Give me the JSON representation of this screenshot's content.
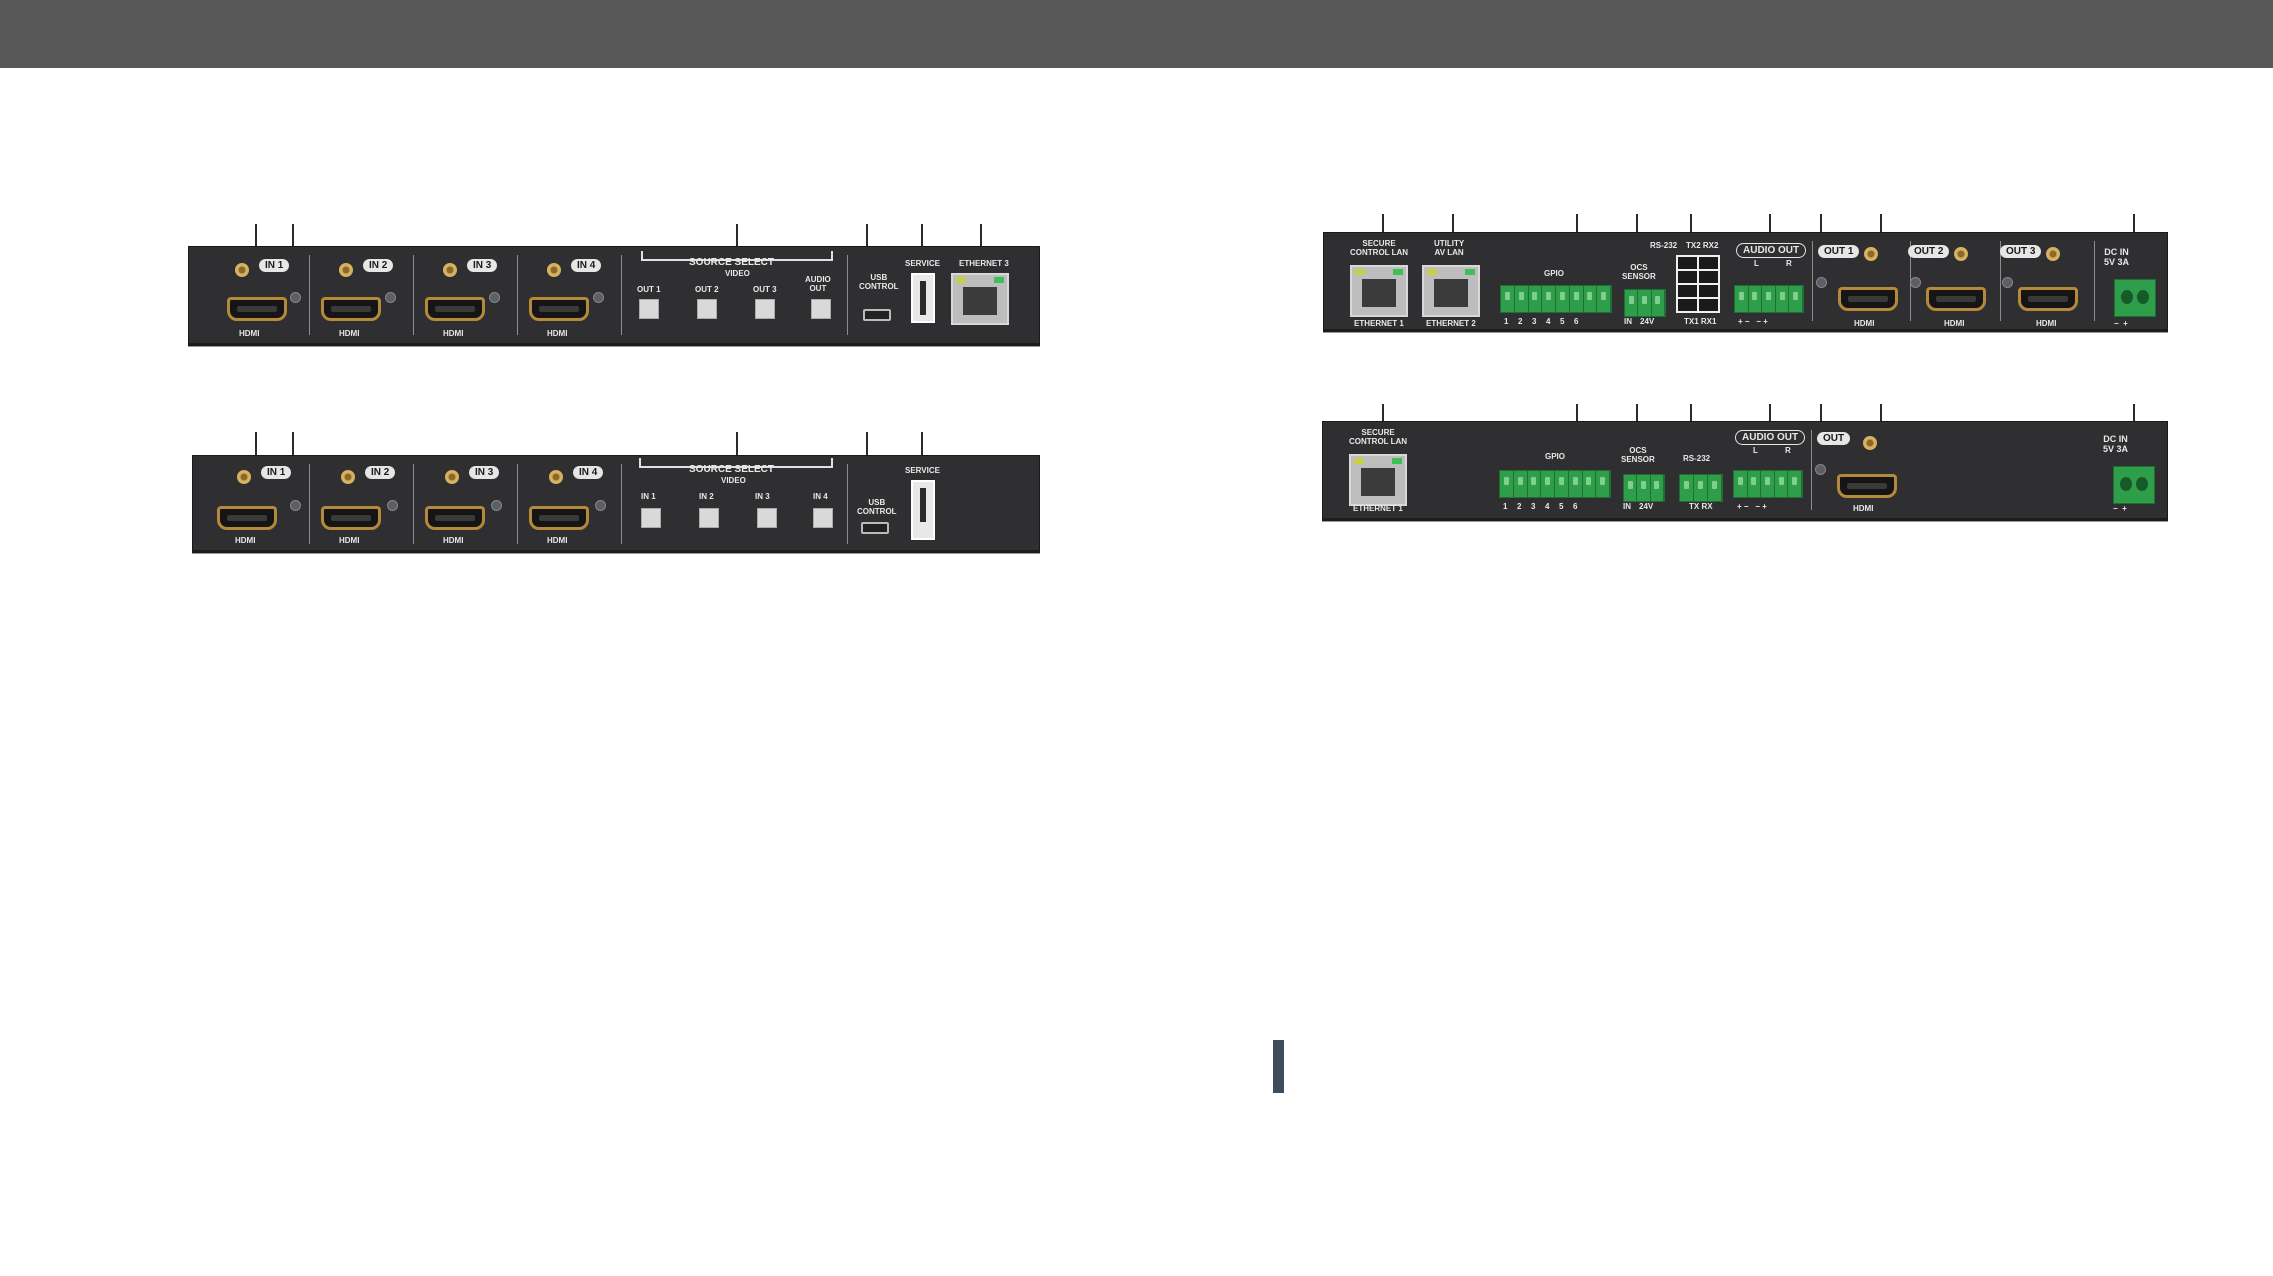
{
  "device_a": {
    "inputs": [
      "IN 1",
      "IN 2",
      "IN 3",
      "IN 4"
    ],
    "hdmi_label": "HDMI",
    "source_select_title": "SOURCE SELECT",
    "video_label": "VIDEO",
    "buttons": [
      "OUT 1",
      "OUT 2",
      "OUT 3"
    ],
    "audio_out_label": "AUDIO\nOUT",
    "usb_control": "USB\nCONTROL",
    "service": "SERVICE",
    "ethernet": "ETHERNET 3"
  },
  "device_b": {
    "inputs": [
      "IN 1",
      "IN 2",
      "IN 3",
      "IN 4"
    ],
    "hdmi_label": "HDMI",
    "source_select_title": "SOURCE SELECT",
    "video_label": "VIDEO",
    "buttons": [
      "IN 1",
      "IN 2",
      "IN 3",
      "IN 4"
    ],
    "usb_control": "USB\nCONTROL",
    "service": "SERVICE"
  },
  "device_c": {
    "lan1_top": "SECURE\nCONTROL LAN",
    "lan1_bottom": "ETHERNET 1",
    "lan2_top": "UTILITY\nAV LAN",
    "lan2_bottom": "ETHERNET 2",
    "gpio": "GPIO",
    "gpio_pins": [
      "1",
      "2",
      "3",
      "4",
      "5",
      "6"
    ],
    "ocs_sensor": "OCS\nSENSOR",
    "ocs_in": "IN",
    "ocs_v": "24V",
    "rs232": "RS-232",
    "rs232_top": "TX2 RX2",
    "rs232_bottom": "TX1 RX1",
    "audio_out": "AUDIO OUT",
    "audio_lr": [
      "L",
      "R"
    ],
    "audio_pins": "+ −   − +",
    "outputs": [
      "OUT 1",
      "OUT 2",
      "OUT 3"
    ],
    "hdmi_label": "HDMI",
    "dc_in": "DC IN\n5V 3A",
    "dc_pol": "−  +"
  },
  "device_d": {
    "lan1_top": "SECURE\nCONTROL LAN",
    "lan1_bottom": "ETHERNET 1",
    "gpio": "GPIO",
    "gpio_pins": [
      "1",
      "2",
      "3",
      "4",
      "5",
      "6"
    ],
    "ocs_sensor": "OCS\nSENSOR",
    "ocs_in": "IN",
    "ocs_v": "24V",
    "rs232": "RS-232",
    "rs232_pins": "TX RX",
    "audio_out": "AUDIO OUT",
    "audio_lr": [
      "L",
      "R"
    ],
    "audio_pins": "+ −   − +",
    "output": "OUT",
    "hdmi_label": "HDMI",
    "dc_in": "DC IN\n5V 3A",
    "dc_pol": "−  +"
  }
}
